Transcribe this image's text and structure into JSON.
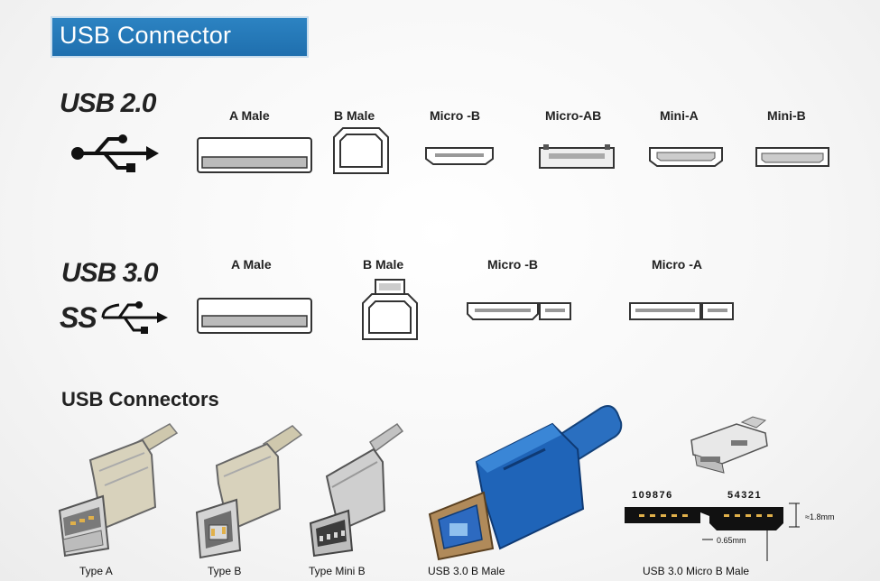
{
  "header": {
    "title": "USB Connector"
  },
  "usb2": {
    "title": "USB 2.0",
    "connectors": [
      "A Male",
      "B Male",
      "Micro -B",
      "Micro-AB",
      "Mini-A",
      "Mini-B"
    ]
  },
  "usb3": {
    "title": "USB 3.0",
    "ss_mark": "SS",
    "connectors": [
      "A Male",
      "B Male",
      "Micro -B",
      "Micro -A"
    ]
  },
  "connectors_section": {
    "title": "USB Connectors",
    "captions": [
      "Type A",
      "Type B",
      "Type Mini B",
      "USB 3.0 B Male",
      "USB 3.0 Micro B Male"
    ],
    "pin_left": "109876",
    "pin_right": "54321",
    "dim_height": "≈1.8mm",
    "dim_width": "0.65mm"
  },
  "colors": {
    "banner": "#1f6fae",
    "plug_beige": "#d8d2bc",
    "usb3_blue": "#1f64b8"
  }
}
